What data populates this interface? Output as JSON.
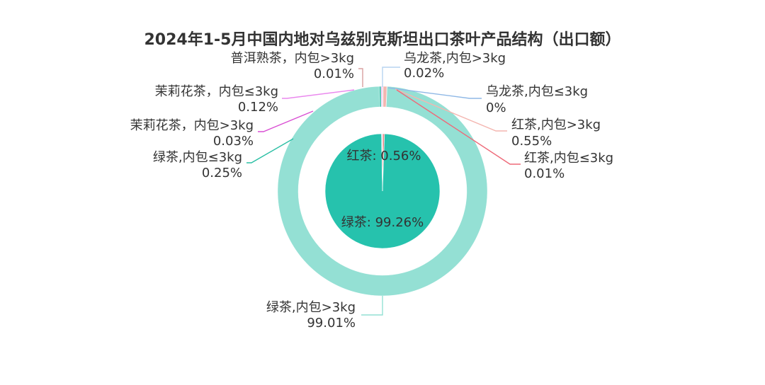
{
  "chart_data": {
    "type": "pie",
    "title": "2024年1-5月中国内地对乌兹别克斯坦出口茶叶产品结构（出口额）",
    "inner": [
      {
        "name": "红茶",
        "value": 0.56,
        "label": "红茶: 0.56%",
        "color": "#e58a8a"
      },
      {
        "name": "绿茶",
        "value": 99.26,
        "label": "绿茶: 99.26%",
        "color": "#26c2ad"
      },
      {
        "name": "乌龙茶",
        "value": 0.02,
        "label": "",
        "color": "#9bc3ea"
      },
      {
        "name": "茉莉花茶",
        "value": 0.15,
        "label": "",
        "color": "#e07be3"
      },
      {
        "name": "普洱熟茶",
        "value": 0.01,
        "label": "",
        "color": "#cc9999"
      }
    ],
    "outer": [
      {
        "name": "乌龙茶,内包>3kg",
        "value": 0.02,
        "pct": "0.02%",
        "color": "#b7d4f1"
      },
      {
        "name": "乌龙茶,内包≤3kg",
        "value": 0,
        "pct": "0%",
        "color": "#8fb8e6"
      },
      {
        "name": "红茶,内包>3kg",
        "value": 0.55,
        "pct": "0.55%",
        "color": "#f4b6b0"
      },
      {
        "name": "红茶,内包≤3kg",
        "value": 0.01,
        "pct": "0.01%",
        "color": "#ee6a79"
      },
      {
        "name": "绿茶,内包>3kg",
        "value": 99.01,
        "pct": "99.01%",
        "color": "#94e0d4"
      },
      {
        "name": "绿茶,内包≤3kg",
        "value": 0.25,
        "pct": "0.25%",
        "color": "#2bbfa4"
      },
      {
        "name": "茉莉花茶，内包>3kg",
        "value": 0.03,
        "pct": "0.03%",
        "color": "#d94fd3"
      },
      {
        "name": "茉莉花茶，内包≤3kg",
        "value": 0.12,
        "pct": "0.12%",
        "color": "#ea88ee"
      },
      {
        "name": "普洱熟茶，内包>3kg",
        "value": 0.01,
        "pct": "0.01%",
        "color": "#d9a0a0"
      }
    ]
  }
}
